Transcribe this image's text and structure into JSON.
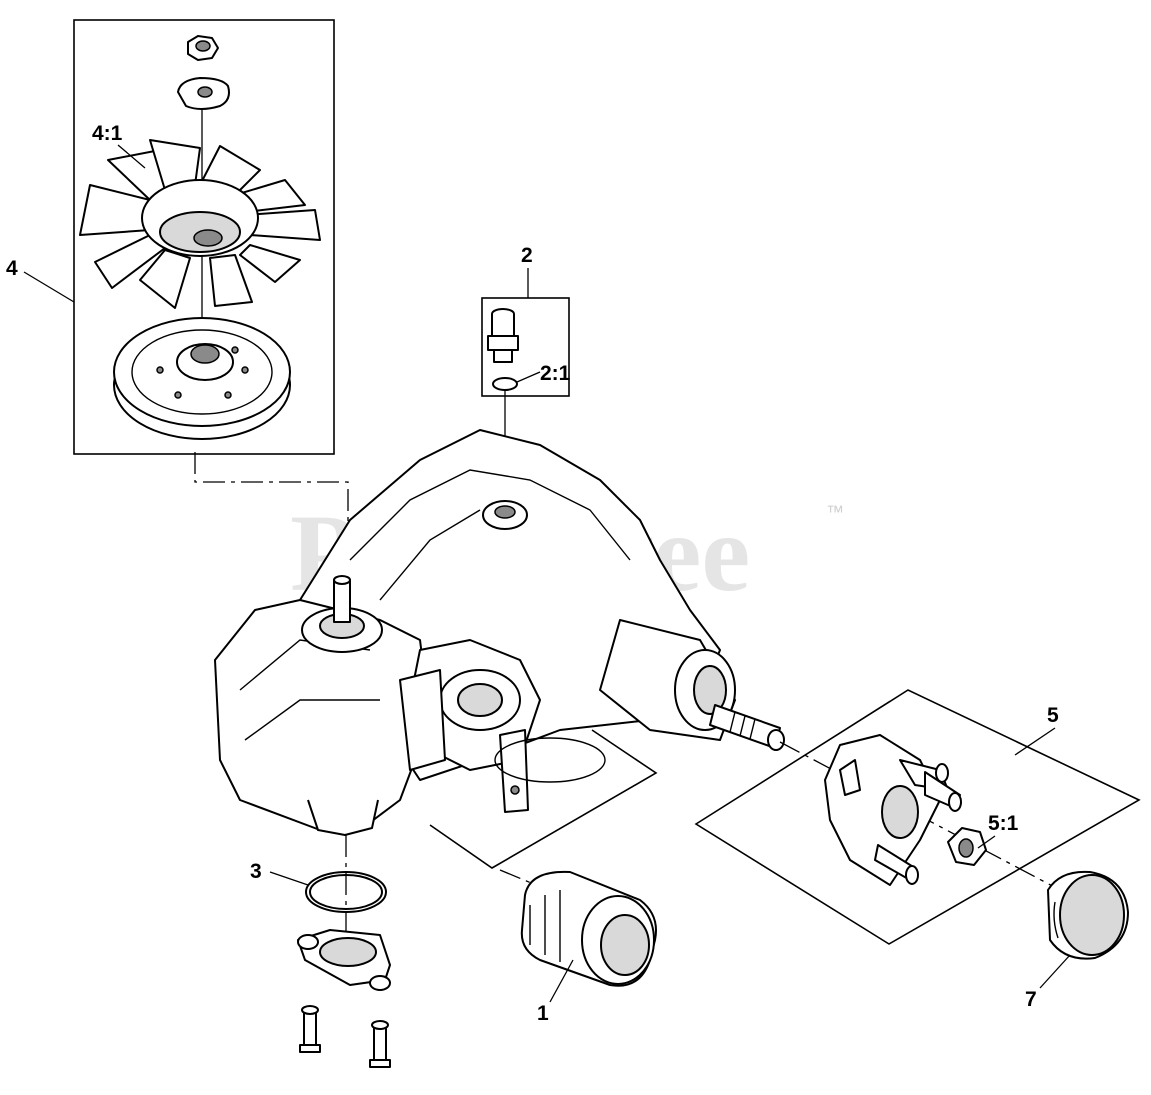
{
  "watermark": {
    "text": "PartsTree",
    "trademark": "™"
  },
  "callouts": {
    "c1": "1",
    "c2": "2",
    "c2_1": "2:1",
    "c3": "3",
    "c4": "4",
    "c4_1": "4:1",
    "c5": "5",
    "c5_1": "5:1",
    "c7": "7"
  },
  "parts": [
    {
      "callout": "1",
      "icon": "oil-filter"
    },
    {
      "callout": "2",
      "icon": "breather-fitting"
    },
    {
      "callout": "2:1",
      "icon": "o-ring"
    },
    {
      "callout": "3",
      "icon": "o-ring"
    },
    {
      "callout": "4",
      "icon": "fan-pulley-kit"
    },
    {
      "callout": "4:1",
      "icon": "cooling-fan"
    },
    {
      "callout": "5",
      "icon": "wheel-hub-kit"
    },
    {
      "callout": "5:1",
      "icon": "hub-nut"
    },
    {
      "callout": "7",
      "icon": "hub-cap"
    }
  ]
}
